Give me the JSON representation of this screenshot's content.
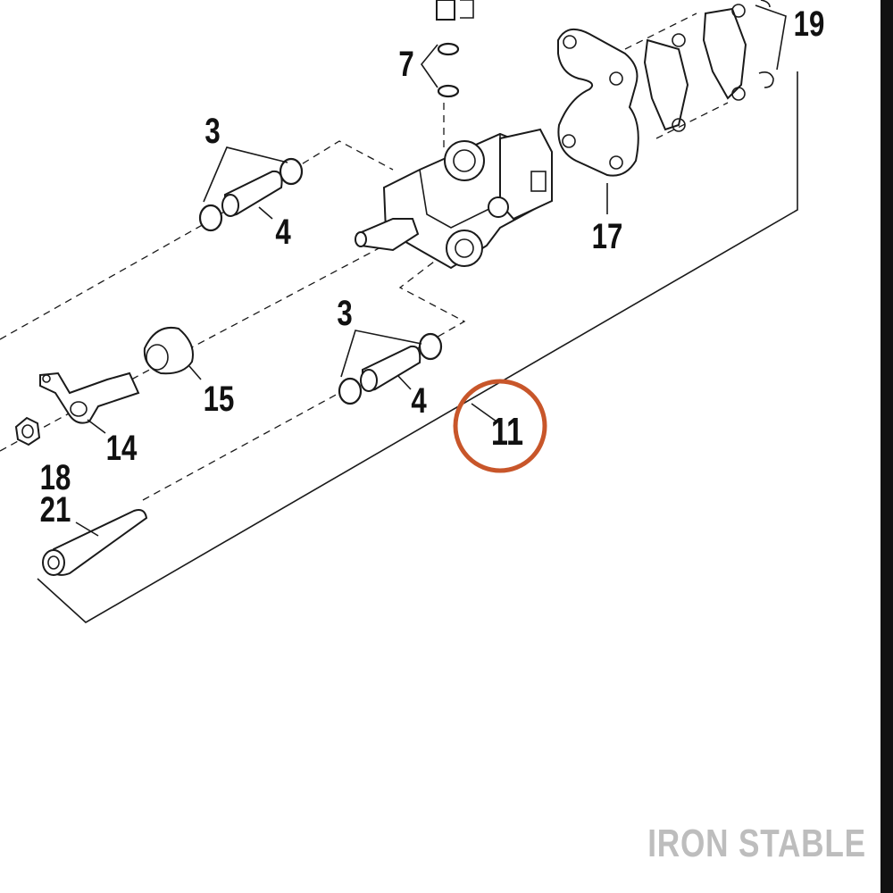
{
  "diagram": {
    "callouts": {
      "c3_top": "3",
      "c4_top": "4",
      "c7": "7",
      "c17": "17",
      "c19": "19",
      "c3_mid": "3",
      "c4_mid": "4",
      "c15": "15",
      "c14": "14",
      "c11": "11",
      "c18": "18",
      "c21": "21"
    },
    "highlight": {
      "part": "11",
      "color": "#c8562a"
    }
  },
  "watermark": {
    "text": "IRON STABLE",
    "color": "#bdbdbd"
  },
  "colors": {
    "line": "#1a1a1a",
    "border": "#111111"
  }
}
